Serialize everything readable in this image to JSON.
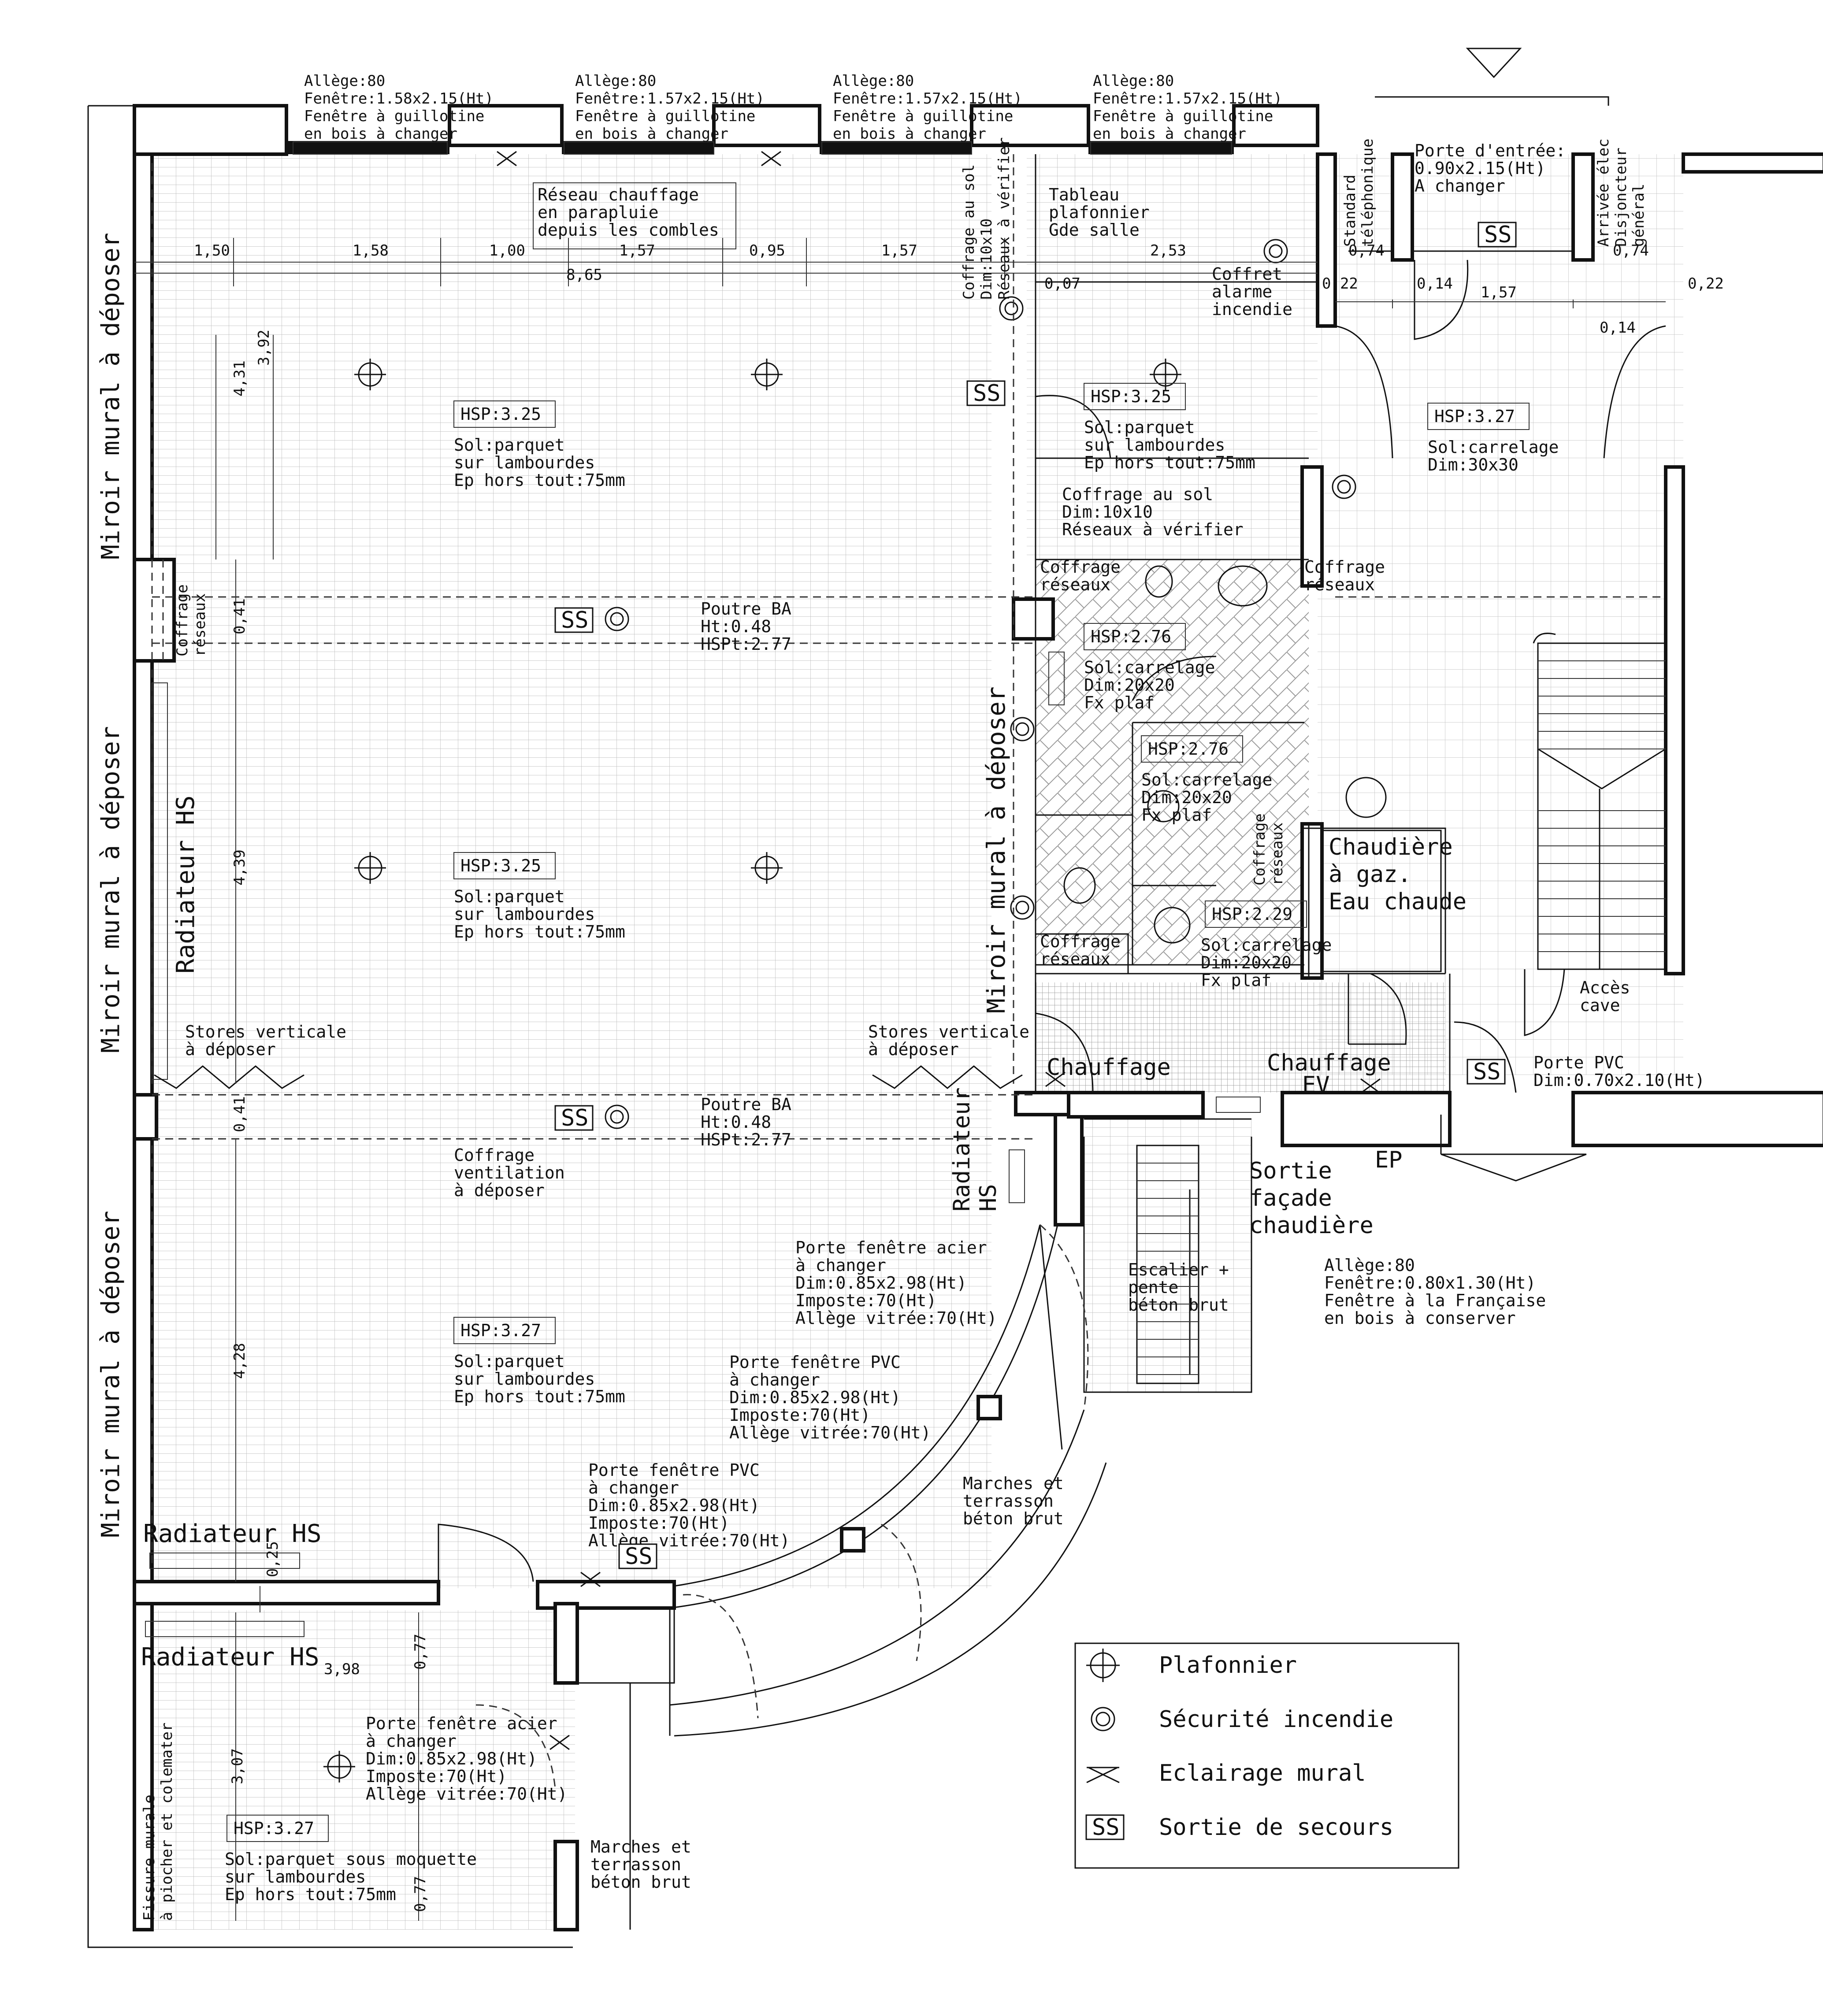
{
  "top_windows": [
    {
      "l1": "Allège:80",
      "l2": "Fenêtre:1.58x2.15(Ht)",
      "l3": "Fenêtre à guillotine",
      "l4": "en bois à changer"
    },
    {
      "l1": "Allège:80",
      "l2": "Fenêtre:1.57x2.15(Ht)",
      "l3": "Fenêtre à guillotine",
      "l4": "en bois à changer"
    },
    {
      "l1": "Allège:80",
      "l2": "Fenêtre:1.57x2.15(Ht)",
      "l3": "Fenêtre à guillotine",
      "l4": "en bois à changer"
    },
    {
      "l1": "Allège:80",
      "l2": "Fenêtre:1.57x2.15(Ht)",
      "l3": "Fenêtre à guillotine",
      "l4": "en bois à changer"
    }
  ],
  "dims_top": [
    "1,50",
    "1,58",
    "1,00",
    "1,57",
    "0,95",
    "1,57",
    "8,65",
    "2,53",
    "0,07",
    "0,22",
    "0,74",
    "0,14",
    "1,57",
    "0,74",
    "0,22",
    "0,14"
  ],
  "dims_left": [
    "4,31",
    "3,92",
    "0,41",
    "4,39",
    "0,41",
    "4,28",
    "0,25",
    "3,98",
    "0,77",
    "3,07",
    "0,77"
  ],
  "rooms": {
    "hall_top": {
      "hsp": "HSP:3.25",
      "sol1": "Sol:parquet",
      "sol2": "sur lambourdes",
      "ep": "Ep hors tout:75mm"
    },
    "hall_mid": {
      "hsp": "HSP:3.25",
      "sol1": "Sol:parquet",
      "sol2": "sur lambourdes",
      "ep": "Ep hors tout:75mm"
    },
    "hall_low": {
      "hsp": "HSP:3.27",
      "sol1": "Sol:parquet",
      "sol2": "sur lambourdes",
      "ep": "Ep hors tout:75mm"
    },
    "small_room": {
      "hsp": "HSP:3.25",
      "sol1": "Sol:parquet",
      "sol2": "sur lambourdes",
      "ep": "Ep hors tout:75mm"
    },
    "entry": {
      "hsp": "HSP:3.27",
      "sol1": "Sol:carrelage",
      "sol2": "Dim:30x30"
    },
    "wc1": {
      "hsp": "HSP:2.76",
      "sol1": "Sol:carrelage",
      "sol2": "Dim:20x20",
      "fx": "Fx plaf"
    },
    "wc2": {
      "hsp": "HSP:2.76",
      "sol1": "Sol:carrelage",
      "sol2": "Dim:20x20",
      "fx": "Fx plaf"
    },
    "wc3": {
      "hsp": "HSP:2.29",
      "sol1": "Sol:carrelage",
      "sol2": "Dim:20x20",
      "fx": "Fx plaf"
    },
    "annex": {
      "hsp": "HSP:3.27",
      "sol1": "Sol:parquet sous moquette",
      "sol2": "sur lambourdes",
      "ep": "Ep hors tout:75mm"
    }
  },
  "notes": {
    "reseau": [
      "Réseau chauffage",
      "en parapluie",
      "depuis les combles"
    ],
    "tableau": [
      "Tableau",
      "plafonnier",
      "Gde salle"
    ],
    "coffrage_sol_vertical": [
      "Coffrage au sol",
      "Dim:10x10",
      "Réseaux à vérifier"
    ],
    "coffret": [
      "Coffret",
      "alarme",
      "incendie"
    ],
    "coffrage_sol": [
      "Coffrage au sol",
      "Dim:10x10",
      "Réseaux à vérifier"
    ],
    "coffrage_reseaux": [
      "Coffrage",
      "réseaux"
    ],
    "coffrage_reseaux_v": "Coffrage réseaux",
    "poutre1": [
      "Poutre BA",
      "Ht:0.48",
      "HSPt:2.77"
    ],
    "poutre2": [
      "Poutre BA",
      "Ht:0.48",
      "HSPt:2.77"
    ],
    "stores1": [
      "Stores verticale",
      "à déposer"
    ],
    "stores2": [
      "Stores verticale",
      "à déposer"
    ],
    "ventilation": [
      "Coffrage",
      "ventilation",
      "à déposer"
    ],
    "porte_entree": [
      "Porte d'entrée:",
      "0.90x2.15(Ht)",
      "A changer"
    ],
    "standard": [
      "Standard",
      "téléphonique"
    ],
    "arrivee": [
      "Arrivée élec",
      "Disjoncteur",
      "général"
    ],
    "chaudiere": [
      "Chaudière",
      "à gaz.",
      "Eau chaude"
    ],
    "chauffage1": "Chauffage",
    "chauffage2": "Chauffage",
    "ev": "EV",
    "ep": "EP",
    "sortie": [
      "Sortie",
      "façade",
      "chaudière"
    ],
    "fenetre_fr": [
      "Allège:80",
      "Fenêtre:0.80x1.30(Ht)",
      "Fenêtre à la Française",
      "en bois à conserver"
    ],
    "escalier": [
      "Escalier +",
      "pente",
      "béton brut"
    ],
    "acces": [
      "Accès",
      "cave"
    ],
    "porte_pvc": [
      "Porte PVC",
      "Dim:0.70x2.10(Ht)"
    ],
    "pf_acier1": [
      "Porte fenêtre acier",
      "à changer",
      "Dim:0.85x2.98(Ht)",
      "Imposte:70(Ht)",
      "Allège vitrée:70(Ht)"
    ],
    "pf_pvc1": [
      "Porte fenêtre PVC",
      "à changer",
      "Dim:0.85x2.98(Ht)",
      "Imposte:70(Ht)",
      "Allège vitrée:70(Ht)"
    ],
    "pf_pvc2": [
      "Porte fenêtre PVC",
      "à changer",
      "Dim:0.85x2.98(Ht)",
      "Imposte:70(Ht)",
      "Allège vitrée:70(Ht)"
    ],
    "pf_acier2": [
      "Porte fenêtre acier",
      "à changer",
      "Dim:0.85x2.98(Ht)",
      "Imposte:70(Ht)",
      "Allège vitrée:70(Ht)"
    ],
    "marches1": [
      "Marches et",
      "terrasson",
      "béton brut"
    ],
    "marches2": [
      "Marches et",
      "terrasson",
      "béton brut"
    ],
    "miroir": "Miroir mural à déposer",
    "radiateur_hs": "Radiateur HS",
    "radiateur_hs_v": "Radiateur HS",
    "radiateur_hs_v2": [
      "Radiateur",
      "HS"
    ],
    "fissure": [
      "Fissure murale",
      "à piocher et colemater"
    ],
    "ss": "SS"
  },
  "legend": [
    {
      "icon": "plafonnier-icon",
      "label": "Plafonnier"
    },
    {
      "icon": "securite-incendie-icon",
      "label": "Sécurité incendie"
    },
    {
      "icon": "eclairage-mural-icon",
      "label": "Eclairage mural"
    },
    {
      "icon": "sortie-secours-icon",
      "label": "Sortie de secours",
      "tag": "SS"
    }
  ]
}
